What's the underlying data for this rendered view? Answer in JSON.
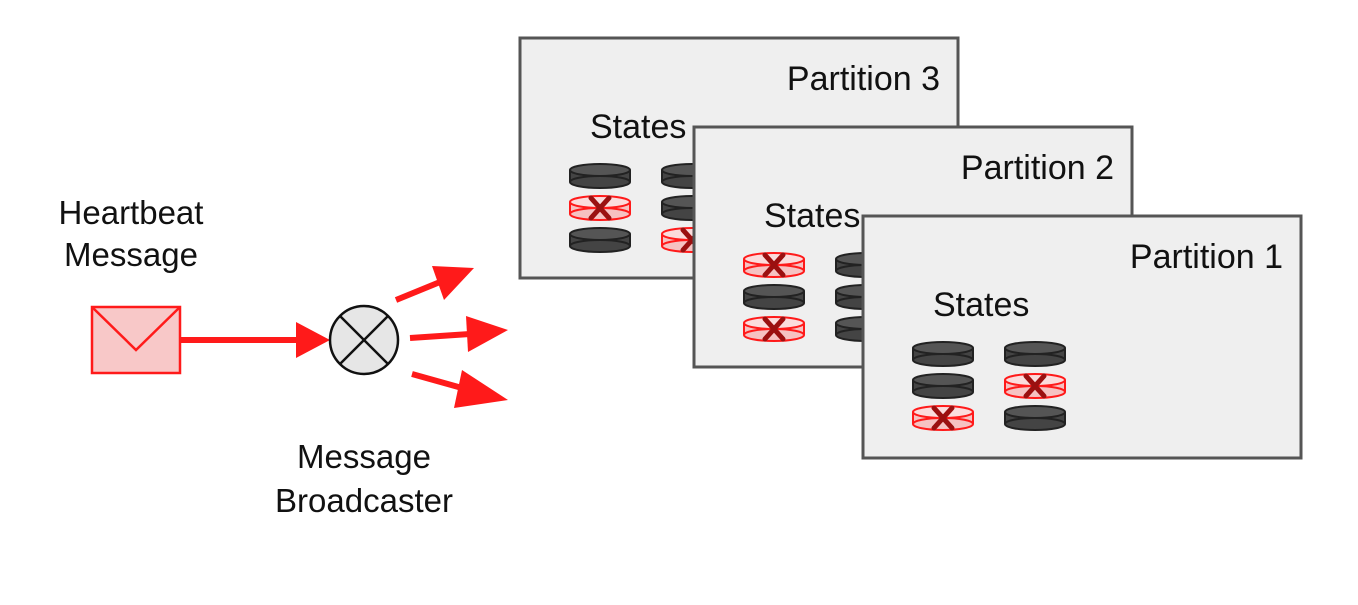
{
  "heartbeat": {
    "line1": "Heartbeat",
    "line2": "Message"
  },
  "broadcaster": {
    "line1": "Message",
    "line2": "Broadcaster"
  },
  "partitions": [
    {
      "title": "Partition 3",
      "states_label": "States",
      "columns": [
        [
          "ok",
          "failed",
          "ok"
        ],
        [
          "ok",
          "ok",
          "failed"
        ]
      ]
    },
    {
      "title": "Partition 2",
      "states_label": "States",
      "columns": [
        [
          "failed",
          "ok",
          "failed"
        ],
        [
          "ok",
          "ok",
          "ok"
        ]
      ]
    },
    {
      "title": "Partition 1",
      "states_label": "States",
      "columns": [
        [
          "ok",
          "ok",
          "failed"
        ],
        [
          "ok",
          "failed",
          "ok"
        ]
      ]
    }
  ],
  "colors": {
    "accent": "#ff1a1a",
    "envelope_fill": "#f8c8c8",
    "panel_fill": "#efefef",
    "panel_border": "#555555",
    "disk_ok": "#444444",
    "disk_failed_fill": "#f6c2c2",
    "x_mark": "#9b1010"
  }
}
